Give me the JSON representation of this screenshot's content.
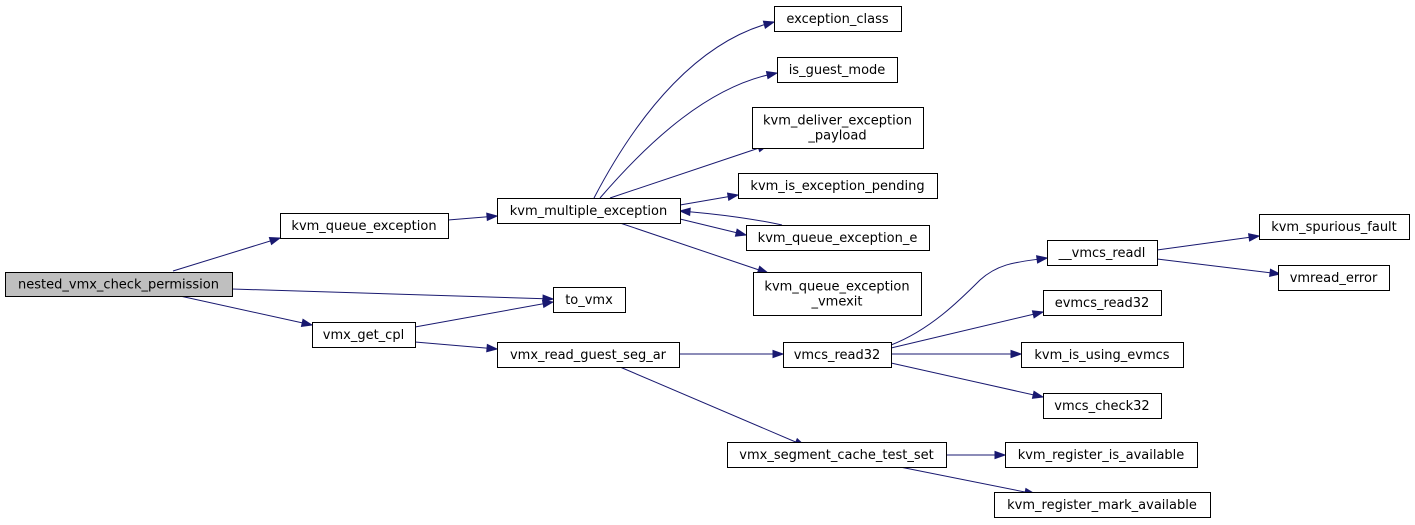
{
  "nodes": {
    "nested_vmx_check_permission": {
      "label": [
        "nested_vmx_check_permission"
      ],
      "root": true
    },
    "kvm_queue_exception": {
      "label": [
        "kvm_queue_exception"
      ]
    },
    "to_vmx": {
      "label": [
        "to_vmx"
      ]
    },
    "vmx_get_cpl": {
      "label": [
        "vmx_get_cpl"
      ]
    },
    "kvm_multiple_exception": {
      "label": [
        "kvm_multiple_exception"
      ]
    },
    "vmx_read_guest_seg_ar": {
      "label": [
        "vmx_read_guest_seg_ar"
      ]
    },
    "exception_class": {
      "label": [
        "exception_class"
      ]
    },
    "is_guest_mode": {
      "label": [
        "is_guest_mode"
      ]
    },
    "kvm_deliver_exception_payload": {
      "label": [
        "kvm_deliver_exception",
        "_payload"
      ]
    },
    "kvm_is_exception_pending": {
      "label": [
        "kvm_is_exception_pending"
      ]
    },
    "kvm_queue_exception_e": {
      "label": [
        "kvm_queue_exception_e"
      ]
    },
    "kvm_queue_exception_vmexit": {
      "label": [
        "kvm_queue_exception",
        "_vmexit"
      ]
    },
    "vmcs_read32": {
      "label": [
        "vmcs_read32"
      ]
    },
    "vmx_segment_cache_test_set": {
      "label": [
        "vmx_segment_cache_test_set"
      ]
    },
    "__vmcs_readl": {
      "label": [
        "__vmcs_readl"
      ]
    },
    "evmcs_read32": {
      "label": [
        "evmcs_read32"
      ]
    },
    "kvm_is_using_evmcs": {
      "label": [
        "kvm_is_using_evmcs"
      ]
    },
    "vmcs_check32": {
      "label": [
        "vmcs_check32"
      ]
    },
    "kvm_register_is_available": {
      "label": [
        "kvm_register_is_available"
      ]
    },
    "kvm_register_mark_available": {
      "label": [
        "kvm_register_mark_available"
      ]
    },
    "kvm_spurious_fault": {
      "label": [
        "kvm_spurious_fault"
      ]
    },
    "vmread_error": {
      "label": [
        "vmread_error"
      ]
    }
  },
  "edges": [
    [
      "nested_vmx_check_permission",
      "kvm_queue_exception"
    ],
    [
      "nested_vmx_check_permission",
      "to_vmx"
    ],
    [
      "nested_vmx_check_permission",
      "vmx_get_cpl"
    ],
    [
      "kvm_queue_exception",
      "kvm_multiple_exception"
    ],
    [
      "kvm_multiple_exception",
      "exception_class"
    ],
    [
      "kvm_multiple_exception",
      "is_guest_mode"
    ],
    [
      "kvm_multiple_exception",
      "kvm_deliver_exception_payload"
    ],
    [
      "kvm_multiple_exception",
      "kvm_is_exception_pending"
    ],
    [
      "kvm_multiple_exception",
      "kvm_queue_exception_e"
    ],
    [
      "kvm_multiple_exception",
      "kvm_queue_exception_vmexit"
    ],
    [
      "kvm_queue_exception_e",
      "kvm_multiple_exception"
    ],
    [
      "vmx_get_cpl",
      "to_vmx"
    ],
    [
      "vmx_get_cpl",
      "vmx_read_guest_seg_ar"
    ],
    [
      "vmx_read_guest_seg_ar",
      "vmcs_read32"
    ],
    [
      "vmx_read_guest_seg_ar",
      "vmx_segment_cache_test_set"
    ],
    [
      "vmcs_read32",
      "__vmcs_readl"
    ],
    [
      "vmcs_read32",
      "evmcs_read32"
    ],
    [
      "vmcs_read32",
      "kvm_is_using_evmcs"
    ],
    [
      "vmcs_read32",
      "vmcs_check32"
    ],
    [
      "vmx_segment_cache_test_set",
      "kvm_register_is_available"
    ],
    [
      "vmx_segment_cache_test_set",
      "kvm_register_mark_available"
    ],
    [
      "__vmcs_readl",
      "kvm_spurious_fault"
    ],
    [
      "__vmcs_readl",
      "vmread_error"
    ]
  ]
}
